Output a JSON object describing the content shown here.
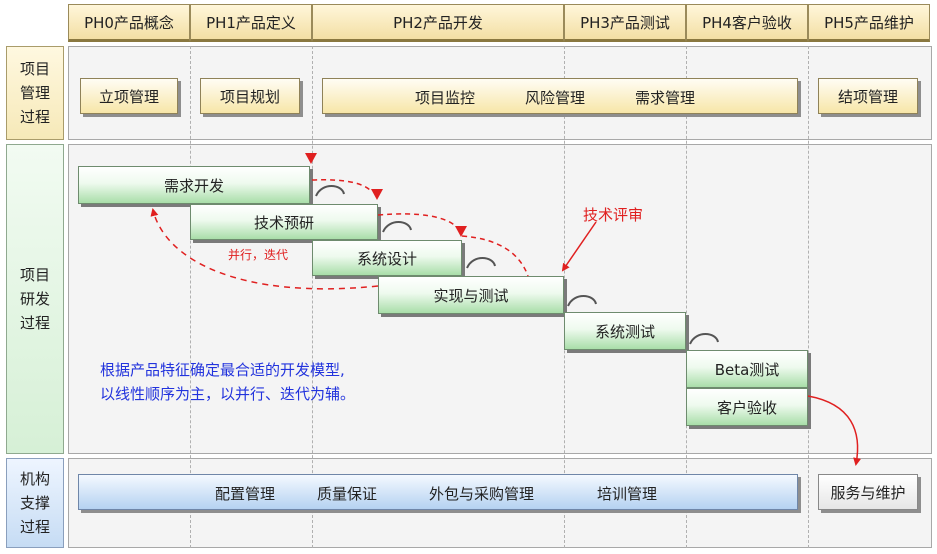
{
  "phases": [
    "PH0产品概念",
    "PH1产品定义",
    "PH2产品开发",
    "PH3产品测试",
    "PH4客户验收",
    "PH5产品维护"
  ],
  "row_labels": {
    "management": "项目\n管理\n过程",
    "development": "项目\n研发\n过程",
    "support": "机构\n支撑\n过程"
  },
  "management": {
    "initiation": "立项管理",
    "planning": "项目规划",
    "monitoring": [
      "项目监控",
      "风险管理",
      "需求管理"
    ],
    "closure": "结项管理"
  },
  "development": {
    "stages": [
      "需求开发",
      "技术预研",
      "系统设计",
      "实现与测试",
      "系统测试",
      "Beta测试",
      "客户验收"
    ],
    "review_label": "技术评审",
    "iteration_label": "并行，迭代",
    "note_lines": [
      "根据产品特征确定最合适的开发模型,",
      "以线性顺序为主，以并行、迭代为辅。"
    ]
  },
  "support": {
    "items": [
      "配置管理",
      "质量保证",
      "外包与采购管理",
      "培训管理"
    ],
    "service": "服务与维护"
  },
  "colors": {
    "red": "#e02020",
    "note_blue": "#2233dd",
    "green_box": "#a9dea9",
    "yellow_box": "#f7e6a8",
    "blue_box": "#b5d2f1"
  }
}
